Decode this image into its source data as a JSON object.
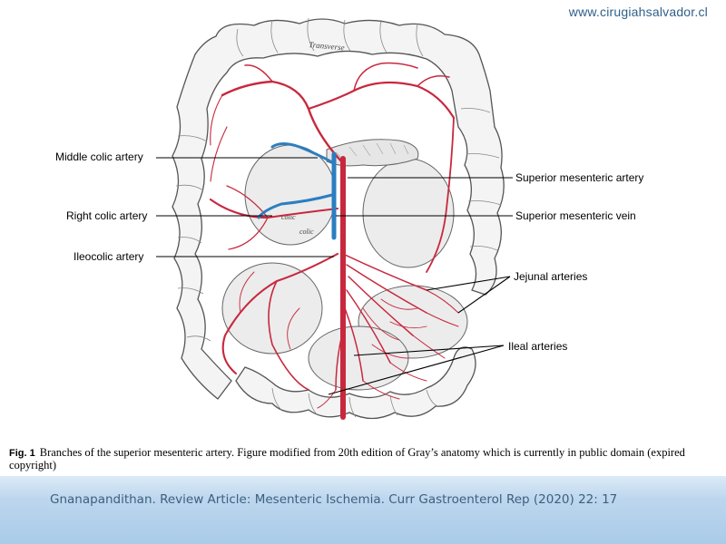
{
  "header": {
    "site_url": "www.cirugiahsalvador.cl"
  },
  "figure": {
    "drawing_words": {
      "transverse": "Transverse",
      "colic": "colic",
      "cecum": "colic"
    },
    "labels": {
      "middle_colic": "Middle colic artery",
      "right_colic": "Right colic artery",
      "ileocolic": "Ileocolic artery",
      "sma": "Superior mesenteric artery",
      "smv": "Superior mesenteric vein",
      "jejunal": "Jejunal arteries",
      "ileal": "Ileal arteries"
    },
    "colors": {
      "artery": "#c8283e",
      "vein": "#2c7ec0",
      "outline": "#555555"
    }
  },
  "caption": {
    "fig_label": "Fig. 1",
    "text": "Branches of the superior mesenteric artery. Figure modified from 20th edition of Gray’s anatomy which is currently in public domain (expired copyright)"
  },
  "footer": {
    "citation": "Gnanapandithan. Review Article: Mesenteric Ischemia. Curr Gastroenterol Rep (2020) 22: 17"
  }
}
